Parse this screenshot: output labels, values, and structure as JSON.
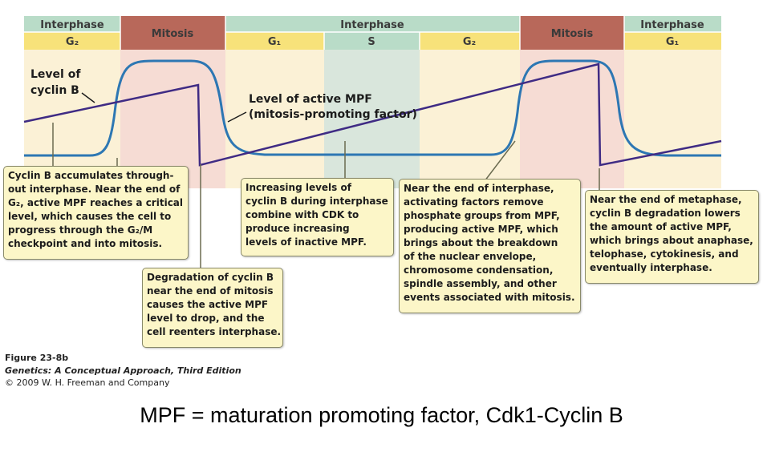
{
  "phases": {
    "top": [
      {
        "label": "Interphase",
        "kind": "interphase"
      },
      {
        "label": "Mitosis",
        "kind": "mitosis"
      },
      {
        "label": "Interphase",
        "kind": "interphase"
      },
      {
        "label": "Mitosis",
        "kind": "mitosis"
      },
      {
        "label": "Interphase",
        "kind": "interphase"
      }
    ],
    "sub": [
      {
        "label": "G₂"
      },
      {
        "label": "G₁"
      },
      {
        "label": "S"
      },
      {
        "label": "G₂"
      },
      {
        "label": "G₁"
      }
    ]
  },
  "curve_labels": {
    "cyclin_b": [
      "Level of",
      "cyclin B"
    ],
    "active_mpf": [
      "Level of active MPF",
      "(mitosis-promoting factor)"
    ]
  },
  "callouts": {
    "c1": [
      "Cyclin B accumulates through-",
      "out interphase. Near the end of",
      "G₂, active MPF reaches a critical",
      "level, which causes the cell to",
      "progress through the G₂/M",
      "checkpoint and into mitosis."
    ],
    "c2": [
      "Degradation of cyclin B",
      "near the end of mitosis",
      "causes the active MPF",
      "level to drop, and the",
      "cell reenters interphase."
    ],
    "c3": [
      "Increasing levels of",
      "cyclin B during interphase",
      "combine with CDK to",
      "produce increasing",
      "levels of inactive MPF."
    ],
    "c4": [
      "Near the end of interphase,",
      "activating factors remove",
      "phosphate groups from MPF,",
      "producing active MPF, which",
      "brings about the breakdown",
      "of the nuclear envelope,",
      "chromosome condensation,",
      "spindle assembly, and other",
      "events associated with mitosis."
    ],
    "c5": [
      "Near the end of metaphase,",
      "cyclin B degradation lowers",
      "the amount of active MPF,",
      "which brings about anaphase,",
      "telophase, cytokinesis, and",
      "eventually interphase."
    ]
  },
  "caption": {
    "figure": "Figure 23-8b",
    "title": "Genetics: A Conceptual Approach, Third Edition",
    "copyright": "© 2009 W. H. Freeman and Company"
  },
  "bottom_note": "MPF = maturation promoting factor, Cdk1-Cyclin B",
  "colors": {
    "interphase_header": "#b9dcc8",
    "mitosis_header": "#b8685a",
    "subphase_header": "#f7e27a",
    "g_bg": "#fbf1d6",
    "s_bg": "#d9e6dc",
    "mitosis_bg": "#f6dcd4",
    "cyclin_line": "#3f2b84",
    "mpf_curve": "#2d77b3"
  }
}
